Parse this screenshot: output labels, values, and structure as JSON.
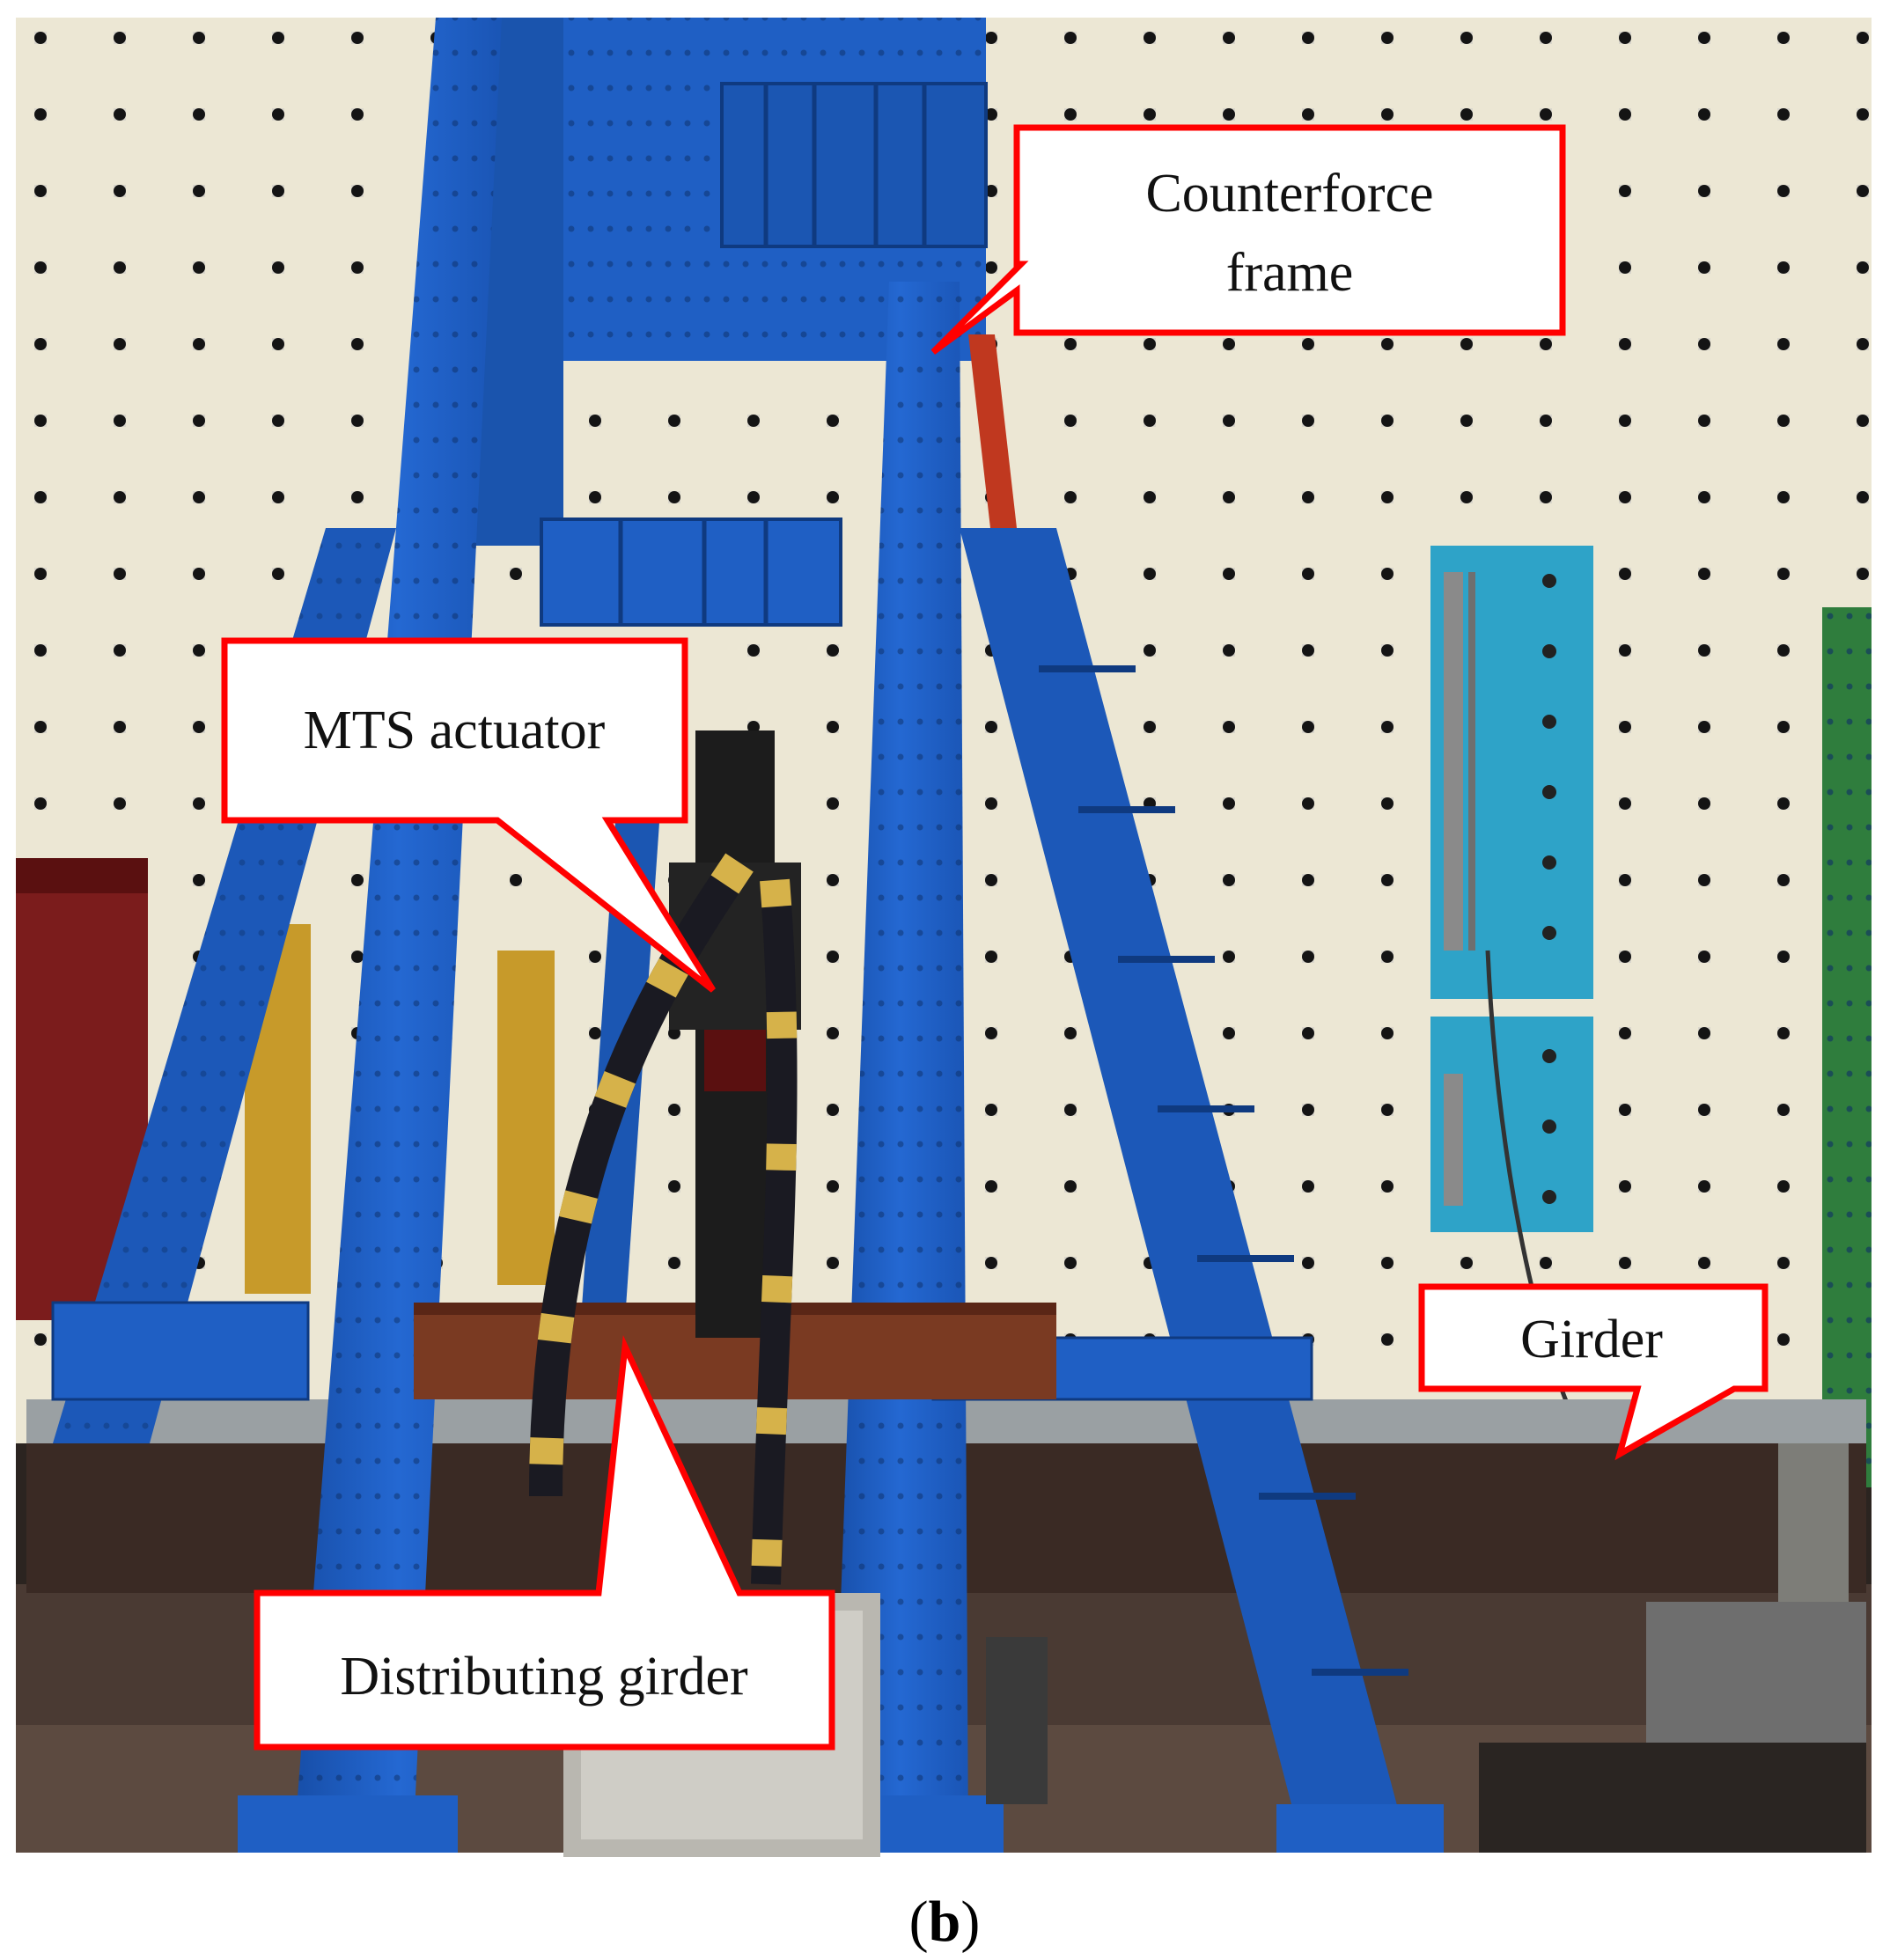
{
  "figure": {
    "caption_open": "(",
    "caption_letter": "b",
    "caption_close": ")"
  },
  "callouts": {
    "counterforce_frame": {
      "line1": "Counterforce",
      "line2": "frame"
    },
    "mts_actuator": {
      "text": "MTS actuator"
    },
    "distributing_girder": {
      "text": "Distributing girder"
    },
    "girder": {
      "text": "Girder"
    }
  },
  "colors": {
    "frame_blue": "#1f5fc4",
    "callout_border": "#ff0000",
    "wall": "#ece7d4",
    "bolt_panel": "#2ea3c8",
    "girder_steel": "#3a2a24",
    "distributing_girder": "#7a3a22"
  }
}
